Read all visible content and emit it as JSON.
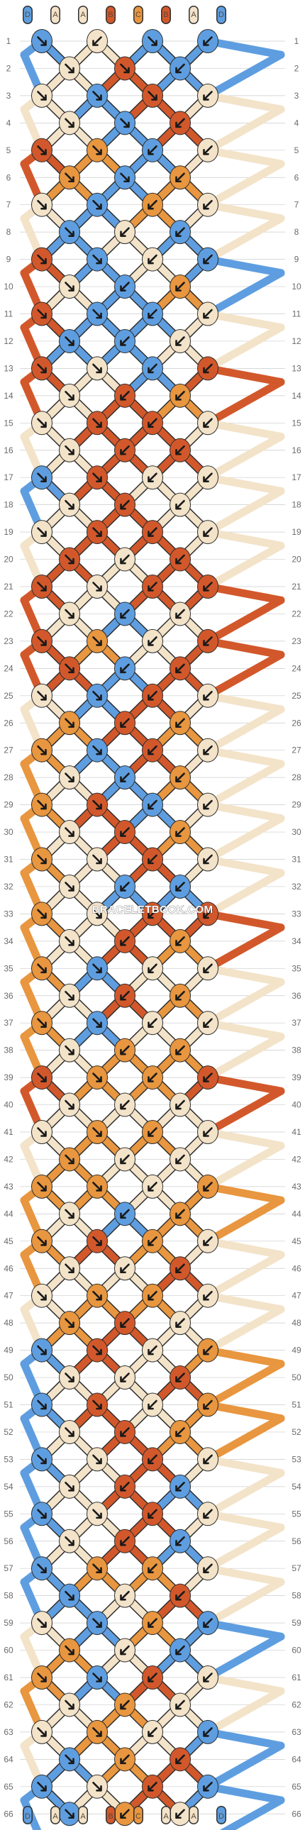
{
  "watermark": "BRACELETBOOK.COM",
  "colors": {
    "A": "#f3e3c9",
    "B": "#d2582b",
    "C": "#e8963f",
    "D": "#5e9ee0",
    "outline": "#2f2f2f",
    "guide": "#cccccc",
    "number": "#6b6b6b"
  },
  "strands_top": [
    "D",
    "A",
    "A",
    "B",
    "C",
    "B",
    "A",
    "D"
  ],
  "strands_bottom": [
    "D",
    "A",
    "A",
    "B",
    "C",
    "A",
    "A",
    "D"
  ],
  "row_count": 66,
  "row_numbers": [
    1,
    2,
    3,
    4,
    5,
    6,
    7,
    8,
    9,
    10,
    11,
    12,
    13,
    14,
    15,
    16,
    17,
    18,
    19,
    20,
    21,
    22,
    23,
    24,
    25,
    26,
    27,
    28,
    29,
    30,
    31,
    32,
    33,
    34,
    35,
    36,
    37,
    38,
    39,
    40,
    41,
    42,
    43,
    44,
    45,
    46,
    47,
    48,
    49,
    50,
    51,
    52,
    53,
    54,
    55,
    56,
    57,
    58,
    59,
    60,
    61,
    62,
    63,
    64,
    65,
    66
  ],
  "rows": [
    "D>A<D>D<",
    "A>B>D<",
    "A>D>B>A<",
    "A>D>B<",
    "B>C>D<A<",
    "C>D>C<",
    "A>D>C<A<",
    "D>A<D<",
    "B>D>A<D<",
    "A>D<C<",
    "B>D>D<A<",
    "D>D<A<",
    "B>A>D<B<",
    "A>B<C<",
    "A>B>B<A<",
    "A>B<B<",
    "D>B>A<A<",
    "A>B<A<",
    "A>B>B<A<",
    "B>A<B<",
    "B>A>B<B<",
    "A>D<A<",
    "B>C>A<B<",
    "B>D<B<",
    "A>D>B<A<",
    "C>B<C<",
    "C>D>B<A<",
    "A>D<C<",
    "C>B>D<A<",
    "A>B<C<",
    "C>A>B<A<",
    "A>D<D<",
    "C>A>B<B<",
    "A>B<C<",
    "C>D>A<A<",
    "A>B<C<",
    "C>D>A<A<",
    "A>C<C<",
    "B>C>C<B<",
    "A>A<A<",
    "A>C>C<A<",
    "C>A<A<",
    "C>C>A<C<",
    "A>D<C<",
    "C>B>C<A<",
    "A>A<B<",
    "A>C>C<A<",
    "C>B<A<",
    "D>B>A<C<",
    "A>A<B<",
    "D>B>A<C<",
    "A>B<C<",
    "D>A>B<A<",
    "A>B<D<",
    "D>A>B<A<",
    "A>B<D<",
    "D>C>C<A<",
    "D>A<B<",
    "A>D>C<D<",
    "C>A<D<",
    "C>D>B<A<",
    "A>C<A<",
    "A>C>A<D<",
    "D>C<B<",
    "D>A>B<D<",
    "D>C<A<"
  ]
}
